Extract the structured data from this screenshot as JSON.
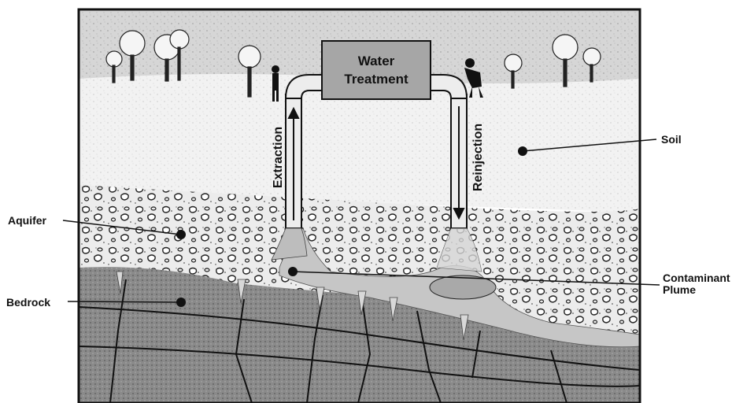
{
  "treatment": {
    "line1": "Water",
    "line2": "Treatment"
  },
  "pipes": {
    "extraction": "Extraction",
    "reinjection": "Reinjection"
  },
  "labels": {
    "soil": "Soil",
    "aquifer": "Aquifer",
    "bedrock": "Bedrock",
    "plume_line1": "Contaminant",
    "plume_line2": "Plume"
  },
  "colors": {
    "sky": "#d9d9d9",
    "soil": "#f1f1f1",
    "aquifer": "#e6e6e6",
    "bedrock": "#8e8e8e",
    "plume": "#c9c9c9",
    "treatment_box": "#a8a8a8",
    "outline": "#111111"
  }
}
